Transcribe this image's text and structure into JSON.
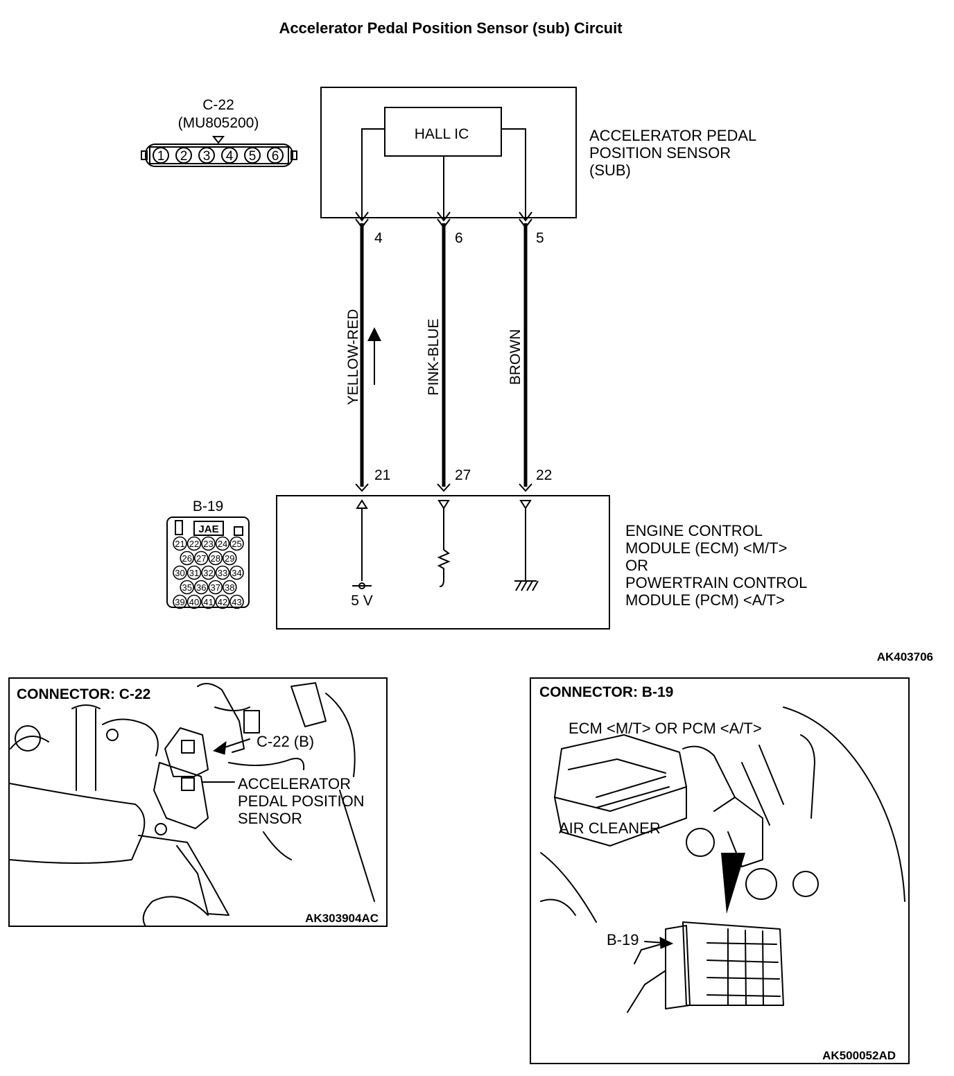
{
  "title": "Accelerator Pedal Position Sensor (sub) Circuit",
  "connector_c22": {
    "id": "C-22",
    "part_number": "(MU805200)",
    "pins": [
      "1",
      "2",
      "3",
      "4",
      "5",
      "6"
    ]
  },
  "sensor": {
    "ic_label": "HALL IC",
    "label_lines": [
      "ACCELERATOR PEDAL",
      "POSITION SENSOR",
      "(SUB)"
    ]
  },
  "wires": [
    {
      "sensor_pin": "4",
      "color": "YELLOW-RED",
      "ecm_pin": "21"
    },
    {
      "sensor_pin": "6",
      "color": "PINK-BLUE",
      "ecm_pin": "27"
    },
    {
      "sensor_pin": "5",
      "color": "BROWN",
      "ecm_pin": "22"
    }
  ],
  "connector_b19": {
    "id": "B-19",
    "brand": "JAE",
    "rows": [
      [
        "21",
        "22",
        "23",
        "24",
        "25"
      ],
      [
        "26",
        "27",
        "28",
        "29"
      ],
      [
        "30",
        "31",
        "32",
        "33",
        "34"
      ],
      [
        "35",
        "36",
        "37",
        "38"
      ],
      [
        "39",
        "40",
        "41",
        "42",
        "43"
      ]
    ]
  },
  "ecm": {
    "supply_label": "5 V",
    "label_lines": [
      "ENGINE CONTROL",
      "MODULE (ECM) <M/T>",
      "OR",
      "POWERTRAIN CONTROL",
      "MODULE (PCM) <A/T>"
    ]
  },
  "figure_codes": {
    "main": "AK403706",
    "c22": "AK303904AC",
    "b19": "AK500052AD"
  },
  "inset_c22": {
    "heading": "CONNECTOR: C-22",
    "callout": "C-22 (B)",
    "label_lines": [
      "ACCELERATOR",
      "PEDAL POSITION",
      "SENSOR"
    ]
  },
  "inset_b19": {
    "heading": "CONNECTOR: B-19",
    "ecm_label": "ECM <M/T> OR PCM <A/T>",
    "air_cleaner": "AIR CLEANER",
    "callout": "B-19"
  }
}
